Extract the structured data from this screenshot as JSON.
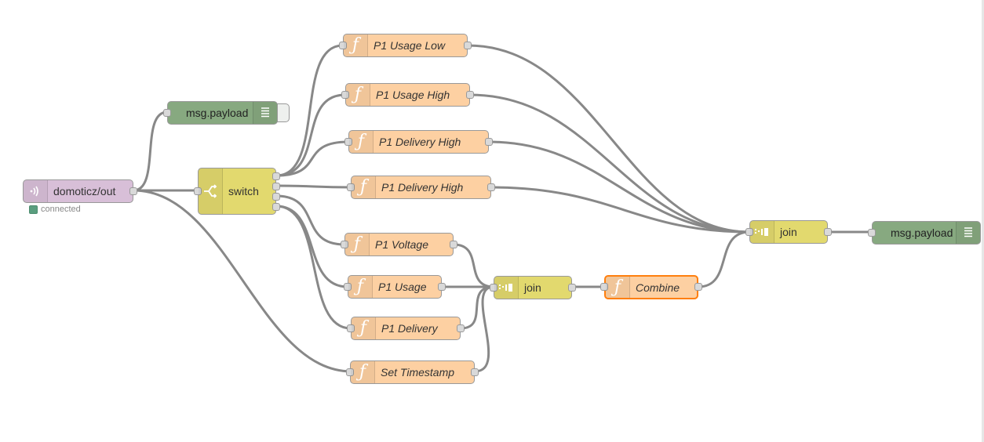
{
  "flow": {
    "mqtt_in": {
      "label": "domoticz/out",
      "status": "connected",
      "icon": "mqtt-signal-icon"
    },
    "debug_top": {
      "label": "msg.payload",
      "icon": "debug-list-icon"
    },
    "switch": {
      "label": "switch",
      "icon": "switch-shuffle-icon"
    },
    "functions": [
      {
        "label": "P1 Usage Low"
      },
      {
        "label": "P1 Usage High"
      },
      {
        "label": "P1 Delivery High"
      },
      {
        "label": "P1 Delivery High"
      },
      {
        "label": "P1 Voltage"
      },
      {
        "label": "P1 Usage"
      },
      {
        "label": "P1 Delivery"
      },
      {
        "label": "Set Timestamp"
      }
    ],
    "join_lower": {
      "label": "join",
      "icon": "join-icon"
    },
    "combine": {
      "label": "Combine"
    },
    "join_right": {
      "label": "join",
      "icon": "join-icon"
    },
    "debug_right": {
      "label": "msg.payload",
      "icon": "debug-list-icon"
    }
  },
  "colors": {
    "function": "#fdd0a2",
    "join": "#e2d96e",
    "debug": "#87a980",
    "mqtt": "#d8bfd8",
    "selected": "#ff7f0e",
    "wire": "#888888",
    "status_connected": "#5a9e7f"
  }
}
